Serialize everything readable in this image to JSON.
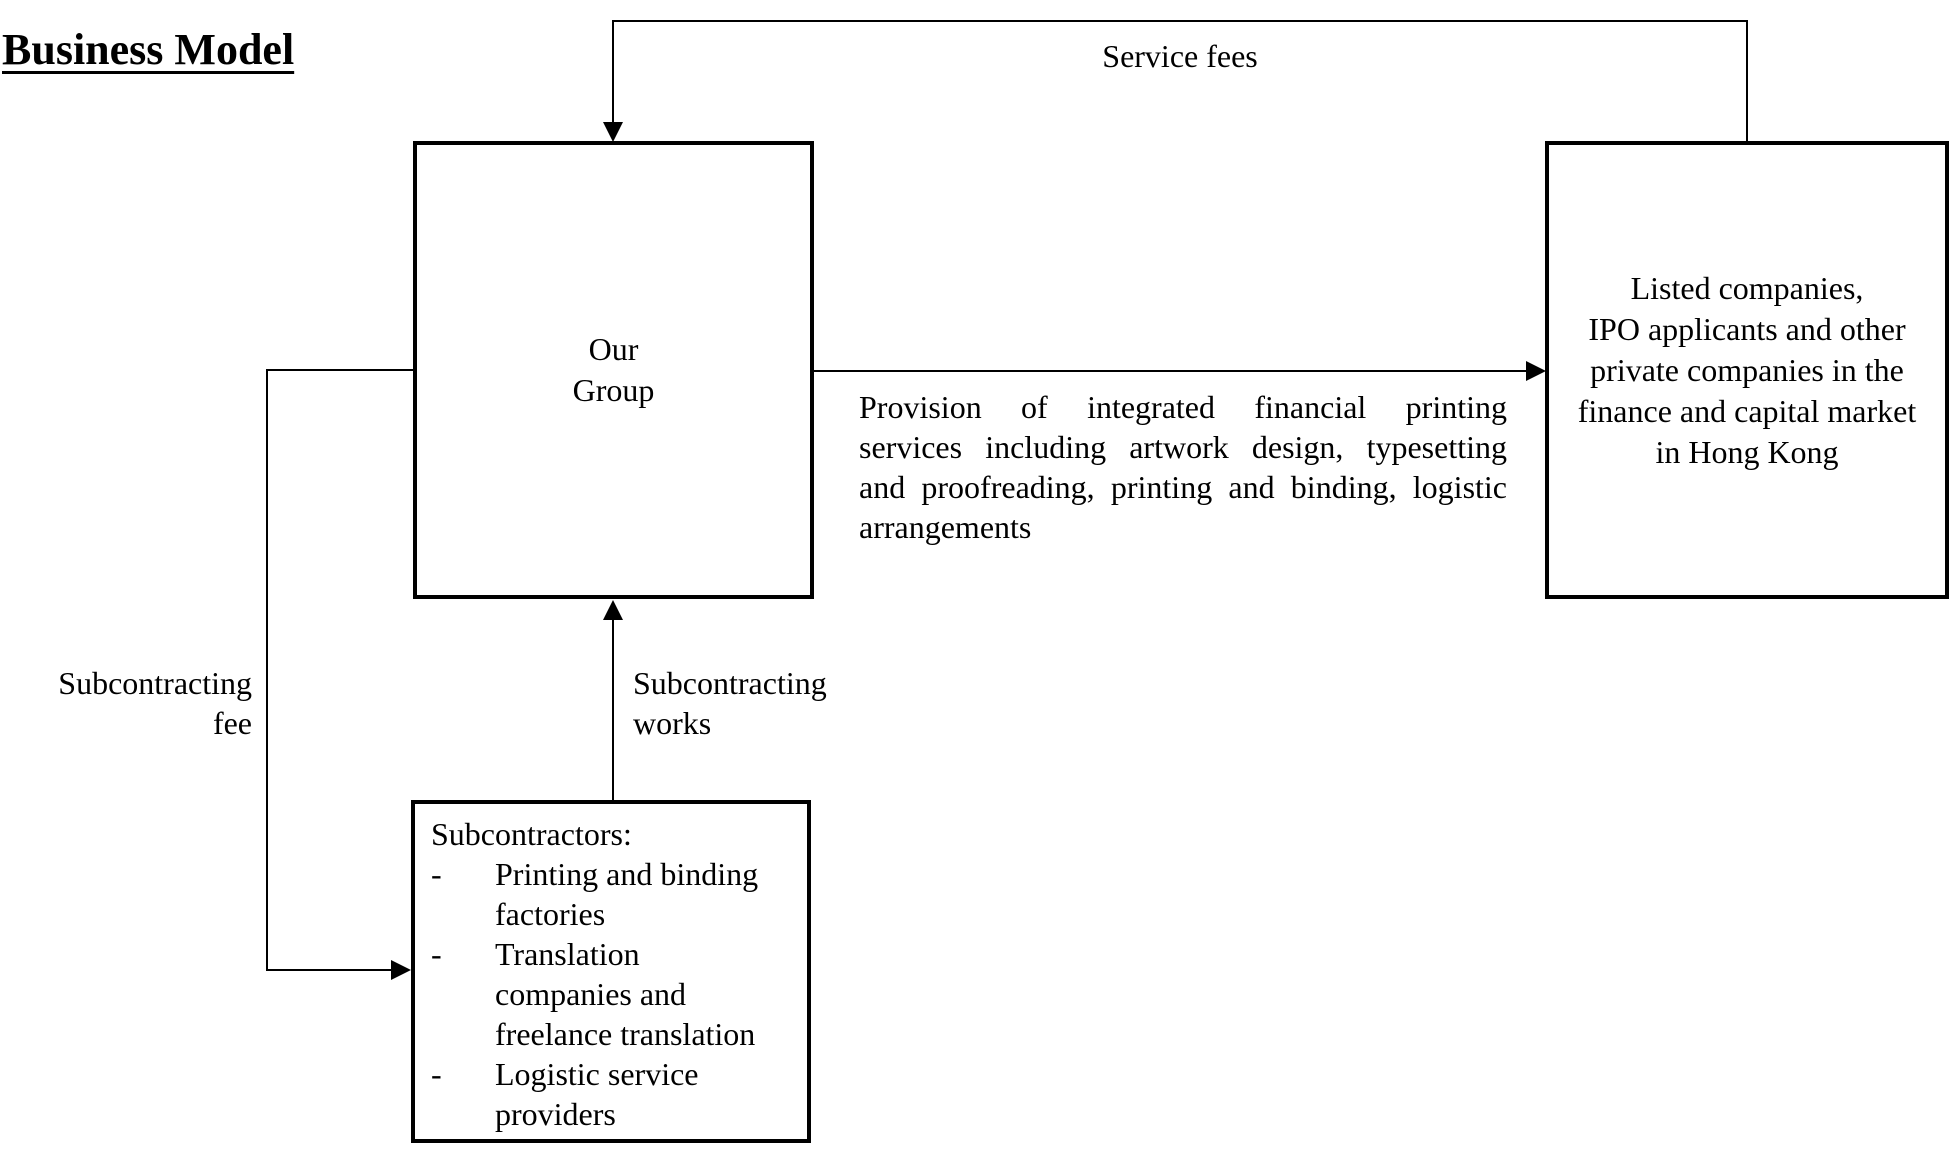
{
  "page": {
    "title": "Business Model"
  },
  "colors": {
    "ink": "#000000",
    "paper": "#ffffff"
  },
  "boxes": {
    "our_group": {
      "lines": [
        "Our",
        "Group"
      ]
    },
    "customers": {
      "lines": [
        "Listed companies,",
        "IPO applicants and other",
        "private companies in the",
        "finance and capital market",
        "in Hong Kong"
      ]
    },
    "subcontractors": {
      "heading": "Subcontractors:",
      "bullet": "-",
      "items": [
        {
          "lines": [
            "Printing and binding",
            "factories"
          ]
        },
        {
          "lines": [
            "Translation",
            "companies and",
            "freelance translation"
          ]
        },
        {
          "lines": [
            "Logistic service",
            "providers"
          ]
        }
      ]
    }
  },
  "arrows": {
    "service_fees": {
      "label": "Service fees"
    },
    "provision": {
      "lines": [
        "Provision of integrated financial printing",
        "services including artwork design, typesetting",
        "and proofreading, printing and binding, logistic",
        "arrangements"
      ]
    },
    "subcontracting_fee": {
      "lines": [
        "Subcontracting",
        "fee"
      ]
    },
    "subcontracting_works": {
      "lines": [
        "Subcontracting",
        "works"
      ]
    }
  }
}
